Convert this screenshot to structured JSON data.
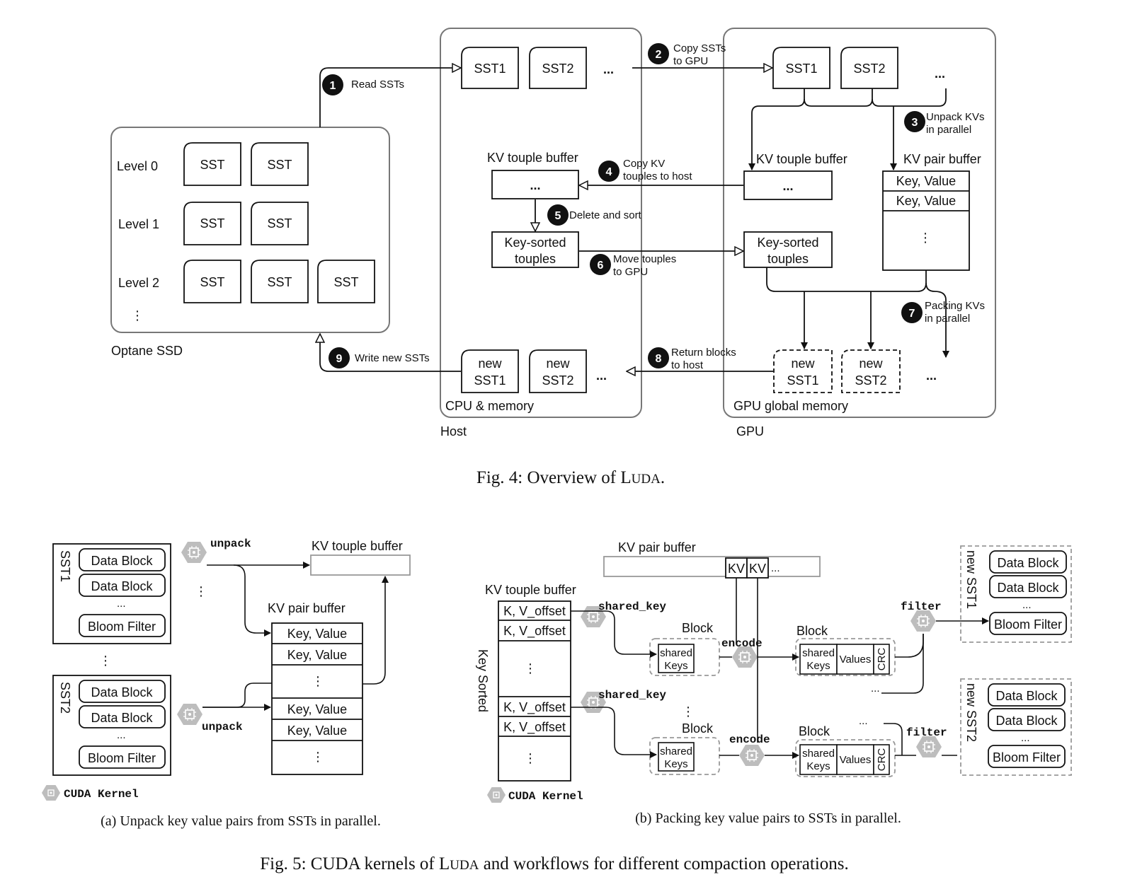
{
  "fig4": {
    "caption_prefix": "Fig. 4: Overview of L",
    "caption_sc": "UDA",
    "caption_suffix": ".",
    "ssd": {
      "title": "Optane SSD",
      "level0": "Level 0",
      "level1": "Level 1",
      "level2": "Level 2",
      "sst": "SST",
      "vdots": "⋮"
    },
    "host": {
      "label": "Host",
      "region": "CPU & memory",
      "sst1": "SST1",
      "sst2": "SST2",
      "dots": "...",
      "kv_touple_buffer": "KV touple buffer",
      "kv_touple_dots": "...",
      "key_sorted_1": "Key-sorted",
      "key_sorted_2": "touples",
      "new": "new",
      "new_sst1": "SST1",
      "new_sst2": "SST2"
    },
    "gpu": {
      "label": "GPU",
      "region": "GPU global memory",
      "sst1": "SST1",
      "sst2": "SST2",
      "dots": "...",
      "kv_touple_buffer": "KV touple buffer",
      "kv_touple_dots": "...",
      "kv_pair_buffer": "KV pair buffer",
      "key_value": "Key, Value",
      "vdots": "⋮",
      "key_sorted_1": "Key-sorted",
      "key_sorted_2": "touples",
      "new": "new",
      "new_sst1": "SST1",
      "new_sst2": "SST2"
    },
    "steps": [
      {
        "n": "1",
        "line1": "Read SSTs",
        "line2": ""
      },
      {
        "n": "2",
        "line1": "Copy SSTs",
        "line2": "to GPU"
      },
      {
        "n": "3",
        "line1": "Unpack KVs",
        "line2": "in parallel"
      },
      {
        "n": "4",
        "line1": "Copy KV",
        "line2": "touples to host"
      },
      {
        "n": "5",
        "line1": "Delete and sort",
        "line2": ""
      },
      {
        "n": "6",
        "line1": "Move touples",
        "line2": "to GPU"
      },
      {
        "n": "7",
        "line1": "Packing KVs",
        "line2": "in parallel"
      },
      {
        "n": "8",
        "line1": "Return blocks",
        "line2": "to host"
      },
      {
        "n": "9",
        "line1": "Write new SSTs",
        "line2": ""
      }
    ]
  },
  "fig5a": {
    "sst1": "SST1",
    "sst2": "SST2",
    "data_block": "Data Block",
    "bloom_filter": "Bloom Filter",
    "ellipsis": "...",
    "vdots": "⋮",
    "unpack": "unpack",
    "kv_touple_buffer": "KV touple buffer",
    "kv_pair_buffer": "KV pair buffer",
    "key_value": "Key, Value",
    "cuda_kernel": "CUDA Kernel",
    "caption": "(a) Unpack key value pairs from SSTs in parallel."
  },
  "fig5b": {
    "kv_pair_buffer": "KV pair buffer",
    "kv": "KV",
    "kv_dots": "...",
    "kv_touple_buffer": "KV touple buffer",
    "k_v_offset": "K, V_offset",
    "vdots": "⋮",
    "key_sorted": "Key Sorted",
    "shared_key": "shared_key",
    "block": "Block",
    "shared": "shared",
    "keys": "Keys",
    "encode": "encode",
    "values": "Values",
    "crc": "CRC",
    "filter": "filter",
    "new_sst1": "new SST1",
    "new_sst2": "new SST2",
    "data_block": "Data Block",
    "bloom_filter": "Bloom Filter",
    "ellipsis": "...",
    "cuda_kernel": "CUDA Kernel",
    "caption": "(b) Packing key value pairs to SSTs in parallel."
  },
  "fig5": {
    "caption_prefix": "Fig. 5: CUDA kernels of L",
    "caption_sc": "UDA",
    "caption_suffix": " and workflows for different compaction operations."
  },
  "colors": {
    "stroke": "#111111",
    "container": "#777777",
    "kernel": "#bdbdbd",
    "dashed": "#999999"
  }
}
